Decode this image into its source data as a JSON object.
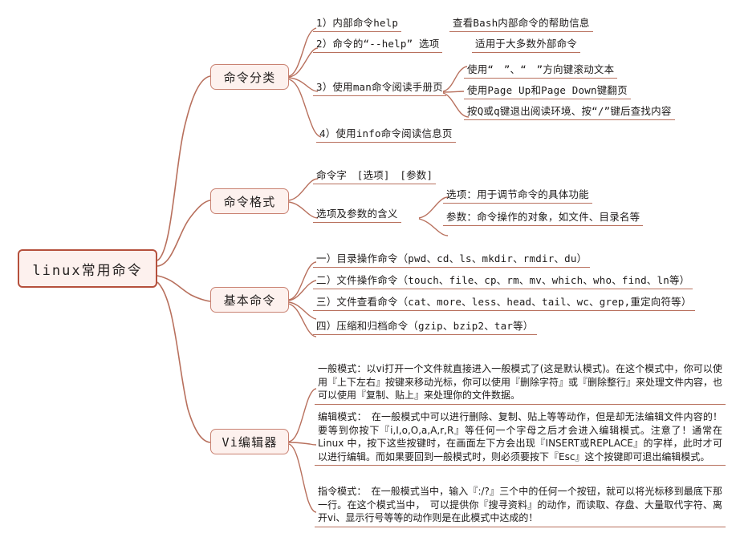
{
  "mindmap": {
    "root": {
      "label": "linux常用命令"
    },
    "branches": [
      {
        "label": "命令分类",
        "children": [
          {
            "text": "1）内部命令help"
          },
          {
            "text": "查看Bash内部命令的帮助信息"
          },
          {
            "text": "2）命令的“--help” 选项"
          },
          {
            "text": "适用于大多数外部命令"
          },
          {
            "text": "3）使用man命令阅读手册页"
          },
          {
            "text": "使用“　”、“　”方向键滚动文本"
          },
          {
            "text": "使用Page Up和Page Down键翻页"
          },
          {
            "text": "按Q或q键退出阅读环境、按“/”键后查找内容"
          },
          {
            "text": "4）使用info命令阅读信息页"
          }
        ]
      },
      {
        "label": "命令格式",
        "children": [
          {
            "text": "命令字　[选项]　[参数]"
          },
          {
            "text": "选项及参数的含义"
          },
          {
            "text": "选项：用于调节命令的具体功能"
          },
          {
            "text": "参数：命令操作的对象，如文件、目录名等"
          }
        ]
      },
      {
        "label": "基本命令",
        "children": [
          {
            "text": "一）目录操作命令（pwd、cd、ls、mkdir、rmdir、du）"
          },
          {
            "text": "二）文件操作命令（touch、file、cp、rm、mv、which、who、find、ln等）"
          },
          {
            "text": "三）文件查看命令（cat、more、less、head、tail、wc、grep,重定向符等）"
          },
          {
            "text": "四）压缩和归档命令（gzip、bzip2、tar等）"
          }
        ]
      },
      {
        "label": "Vi编辑器",
        "children": [
          {
            "text": "一般模式：以vi打开一个文件就直接进入一般模式了(这是默认模式)。在这个模式中，你可以使用『上下左右』按键来移动光标，你可以使用『删除字符』或『删除整行』来处理文件内容，也可以使用『复制、贴上』来处理你的文件数据。"
          },
          {
            "text": "编辑模式：　在一般模式中可以进行删除、复制、贴上等等动作，但是却无法编辑文件内容的！要等到你按下『i,I,o,O,a,A,r,R』等任何一个字母之后才会进入编辑模式。注意了！通常在 Linux 中，按下这些按键时，在画面左下方会出现『INSERT或REPLACE』的字样，此时才可以进行编辑。而如果要回到一般模式时，则必须要按下『Esc』这个按键即可退出编辑模式。"
          },
          {
            "text": "指令模式：　在一般模式当中，输入『:/?』三个中的任何一个按钮，就可以将光标移到最底下那一行。在这个模式当中，　可以提供你『搜寻资料』的动作，而读取、存盘、大量取代字符、离开vi、显示行号等等的动作则是在此模式中达成的！"
          }
        ]
      }
    ]
  },
  "colors": {
    "node_fill": "#fdf1ee",
    "node_border": "#c98272",
    "root_border": "#b5503c",
    "connector": "#b8705d",
    "text": "#1d1a19",
    "background": "#ffffff"
  }
}
